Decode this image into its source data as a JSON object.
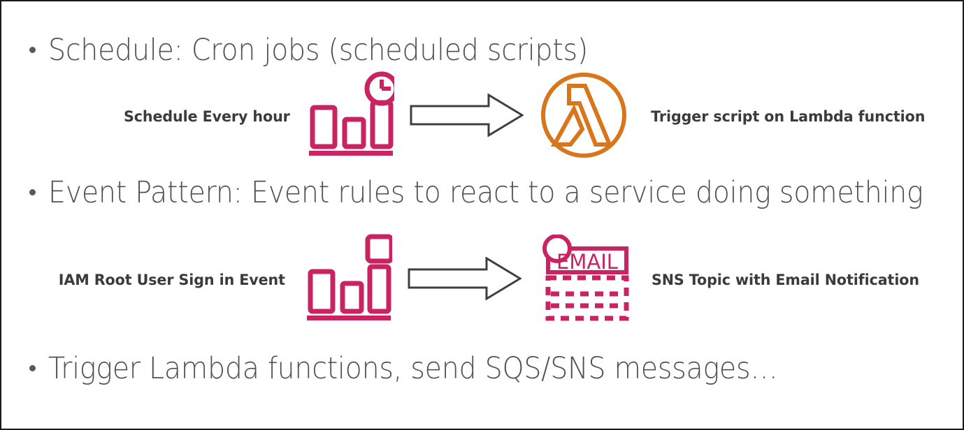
{
  "slide": {
    "border_color": "#1a1a1a",
    "background": "#ffffff"
  },
  "palette": {
    "bullet_text": "#51524f",
    "caption_text": "#3b3b3b",
    "magenta": "#c92362",
    "orange": "#d9751b",
    "arrow_outline": "#3f3f3f"
  },
  "bullets": [
    {
      "text": "Schedule: Cron jobs (scheduled scripts)"
    },
    {
      "text": "Event Pattern: Event rules to react to a service doing something"
    },
    {
      "text": "Trigger Lambda functions, send SQS/SNS messages…"
    }
  ],
  "diagrams": [
    {
      "left_caption": "Schedule Every hour",
      "source_icon": "bar-chart-with-clock-icon",
      "connector_icon": "right-arrow-icon",
      "target_icon": "aws-lambda-icon",
      "right_caption": "Trigger script on Lambda function"
    },
    {
      "left_caption": "IAM Root User Sign in Event",
      "source_icon": "bar-chart-with-box-icon",
      "connector_icon": "right-arrow-icon",
      "target_icon": "sns-email-notification-icon",
      "target_icon_label": "EMAIL",
      "right_caption": "SNS Topic with Email Notification"
    }
  ]
}
